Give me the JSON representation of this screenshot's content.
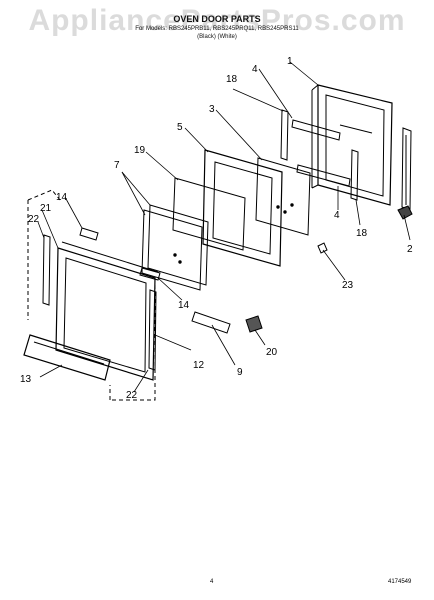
{
  "header": {
    "title": "OVEN DOOR PARTS",
    "subtitle": "For Models: RBS245PRB11, RBS245PRQ11, RBS245PRS11",
    "note": "(Black) (White)"
  },
  "watermark": "AppliancePartsPros.com",
  "callouts": [
    "1",
    "2",
    "3",
    "4",
    "4",
    "5",
    "7",
    "9",
    "12",
    "13",
    "14",
    "14",
    "18",
    "18",
    "19",
    "20",
    "21",
    "22",
    "22",
    "23"
  ],
  "footer": {
    "page": "4",
    "code": "4174549"
  }
}
